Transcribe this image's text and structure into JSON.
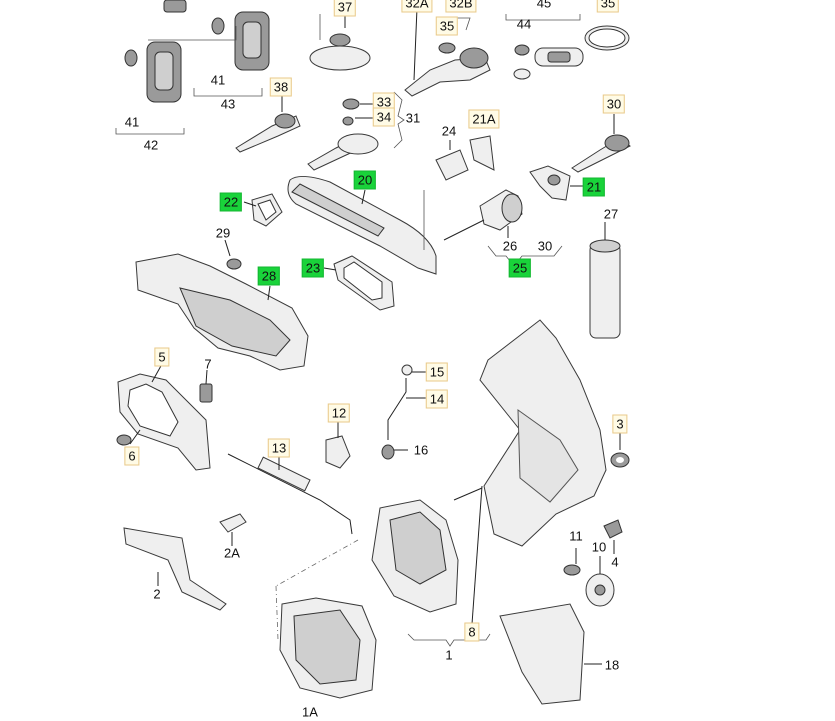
{
  "callouts": {
    "c37": "37",
    "c32a": "32A",
    "c32b": "32B",
    "c45": "45",
    "c35a": "35",
    "c35b": "35",
    "c44": "44",
    "c41a": "41",
    "c41b": "41",
    "c43": "43",
    "c42": "42",
    "c38": "38",
    "c33": "33",
    "c34": "34",
    "c31": "31",
    "c24": "24",
    "c21a": "21A",
    "c30a": "30",
    "c22": "22",
    "c20": "20",
    "c21": "21",
    "c27": "27",
    "c29": "29",
    "c28": "28",
    "c23": "23",
    "c26": "26",
    "c30b": "30",
    "c25": "25",
    "c5": "5",
    "c7": "7",
    "c6": "6",
    "c15": "15",
    "c14": "14",
    "c12": "12",
    "c16": "16",
    "c3": "3",
    "c13": "13",
    "c11": "11",
    "c10": "10",
    "c4": "4",
    "c2a": "2A",
    "c2": "2",
    "c8": "8",
    "c1": "1",
    "c1a": "1A",
    "c18": "18"
  }
}
